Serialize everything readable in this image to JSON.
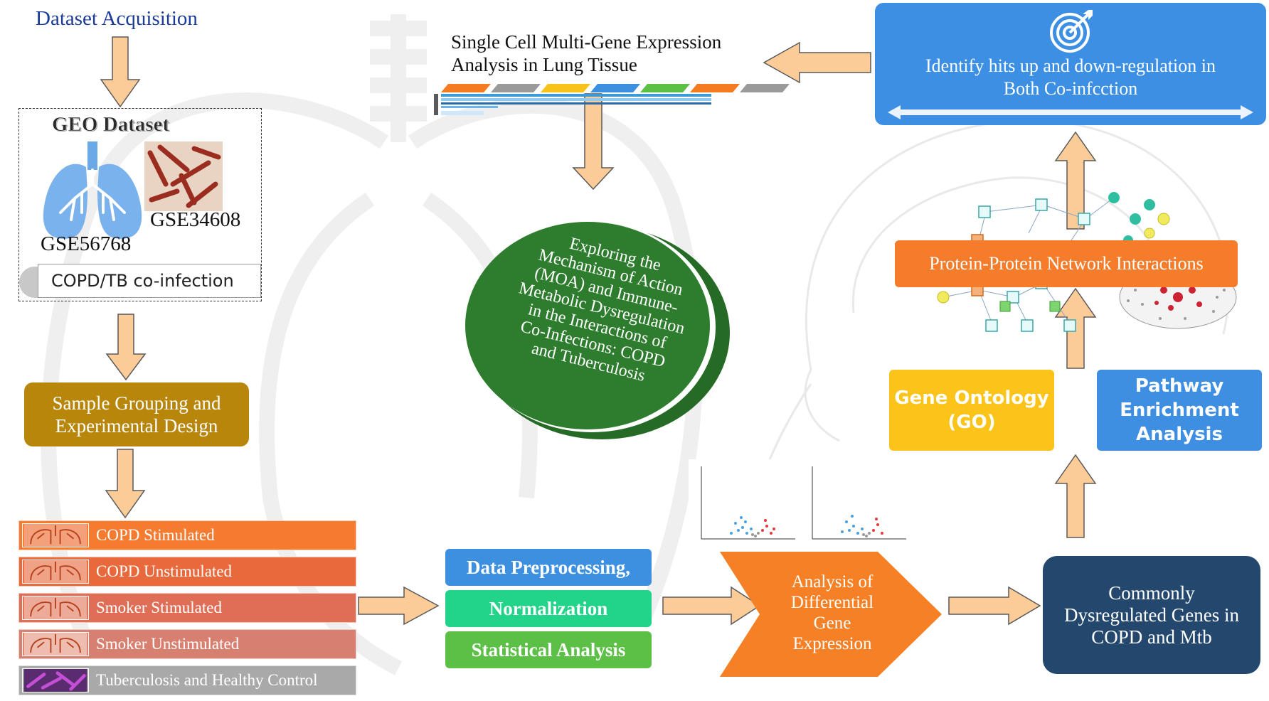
{
  "colors": {
    "arrow_fill": "#fbcb98",
    "arrow_stroke": "#5a5a5a",
    "sample_group": "#b8860b",
    "copd_stim": "#f47b30",
    "copd_unstim": "#e8693b",
    "smoker_stim": "#df6e57",
    "smoker_unstim": "#d88070",
    "tb_control": "#a9a9a9",
    "preprocess": "#3d8fe0",
    "normalization": "#22d38a",
    "statistical": "#5cbf46",
    "dge": "#f58025",
    "common_genes": "#24476e",
    "gene_ontology": "#fcc419",
    "pathway": "#3e8ee2",
    "ppi": "#f57c2a",
    "identify_hits": "#3d8fe4",
    "moa_green": "#2e7d2e",
    "title_blue": "#1b3a9a"
  },
  "dataset_acquisition": {
    "title": "Dataset Acquisition"
  },
  "geo_box": {
    "title": "GEO Dataset",
    "gse_a": "GSE34608",
    "gse_b": "GSE56768",
    "tag": "COPD/TB co-infection",
    "icons": [
      "lungs-icon",
      "bacteria-micrograph-icon"
    ]
  },
  "sample_grouping": {
    "label_line1": "Sample Grouping and",
    "label_line2": "Experimental Design"
  },
  "samples": [
    {
      "label": "COPD Stimulated",
      "icon": "lungs-icon"
    },
    {
      "label": "COPD Unstimulated",
      "icon": "lungs-icon"
    },
    {
      "label": "Smoker Stimulated",
      "icon": "lungs-icon"
    },
    {
      "label": "Smoker Unstimulated",
      "icon": "lungs-icon"
    },
    {
      "label": "Tuberculosis and Healthy Control",
      "icon": "bacteria-icon"
    }
  ],
  "preprocessing": {
    "step1": "Data Preprocessing,",
    "step2": "Normalization",
    "step3": "Statistical Analysis"
  },
  "dge": {
    "line1": "Analysis of",
    "line2": "Differential",
    "line3": "Gene",
    "line4": "Expression"
  },
  "common_genes": {
    "line1": "Commonly",
    "line2": "Dysregulated Genes in",
    "line3": "COPD and Mtb"
  },
  "gene_ontology": {
    "line1": "Gene Ontology",
    "line2": "(GO)"
  },
  "pathway": {
    "line1": "Pathway",
    "line2": "Enrichment",
    "line3": "Analysis"
  },
  "ppi": {
    "label": "Protein-Protein Network Interactions"
  },
  "identify_hits": {
    "line1": "Identify hits up and down-regulation in",
    "line2": "Both Co-infcction",
    "icon": "target-icon"
  },
  "single_cell": {
    "line1": "Single Cell Multi-Gene Expression",
    "line2": "Analysis in Lung Tissue"
  },
  "moa": {
    "lines": [
      "Exploring the",
      "Mechanism of Action",
      "(MOA) and Immune-",
      "Metabolic Dysregulation",
      "in the Interactions of",
      "Co-Infections: COPD",
      "and Tuberculosis"
    ]
  }
}
